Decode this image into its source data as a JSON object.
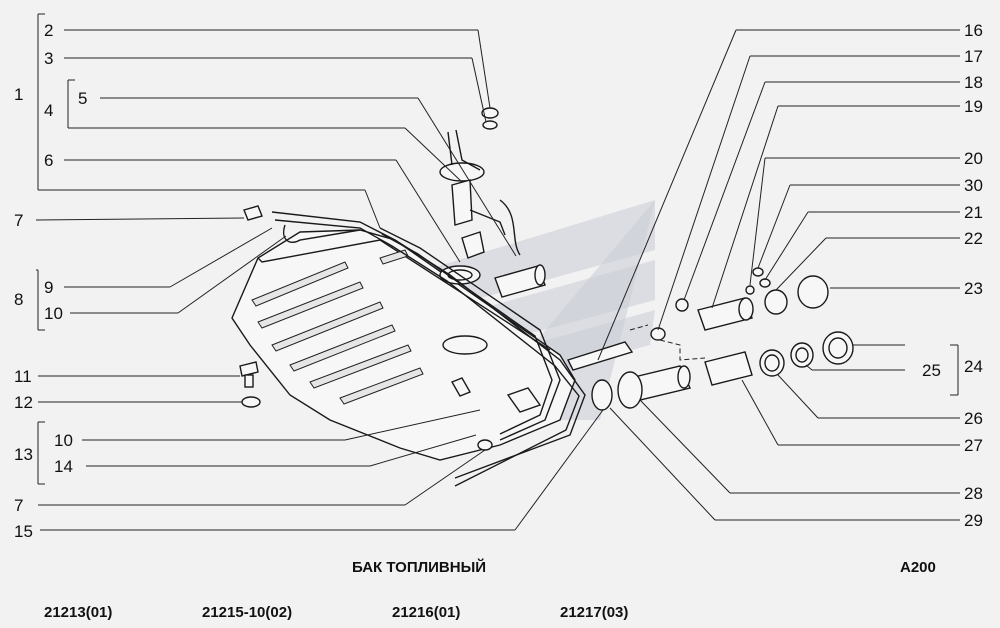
{
  "title": "БАК ТОПЛИВНЫЙ",
  "code": "A200",
  "models": [
    "21213(01)",
    "21215-10(02)",
    "21216(01)",
    "21217(03)"
  ],
  "left_labels": {
    "l1": "1",
    "l2": "2",
    "l3": "3",
    "l4": "4",
    "l5": "5",
    "l6": "6",
    "l7a": "7",
    "l8": "8",
    "l9": "9",
    "l10a": "10",
    "l11": "11",
    "l12": "12",
    "l13": "13",
    "l10b": "10",
    "l14": "14",
    "l7b": "7",
    "l15": "15"
  },
  "right_labels": {
    "r16": "16",
    "r17": "17",
    "r18": "18",
    "r19": "19",
    "r20": "20",
    "r30": "30",
    "r21": "21",
    "r22": "22",
    "r23": "23",
    "r24": "24",
    "r25": "25",
    "r26": "26",
    "r27": "27",
    "r28": "28",
    "r29": "29"
  }
}
